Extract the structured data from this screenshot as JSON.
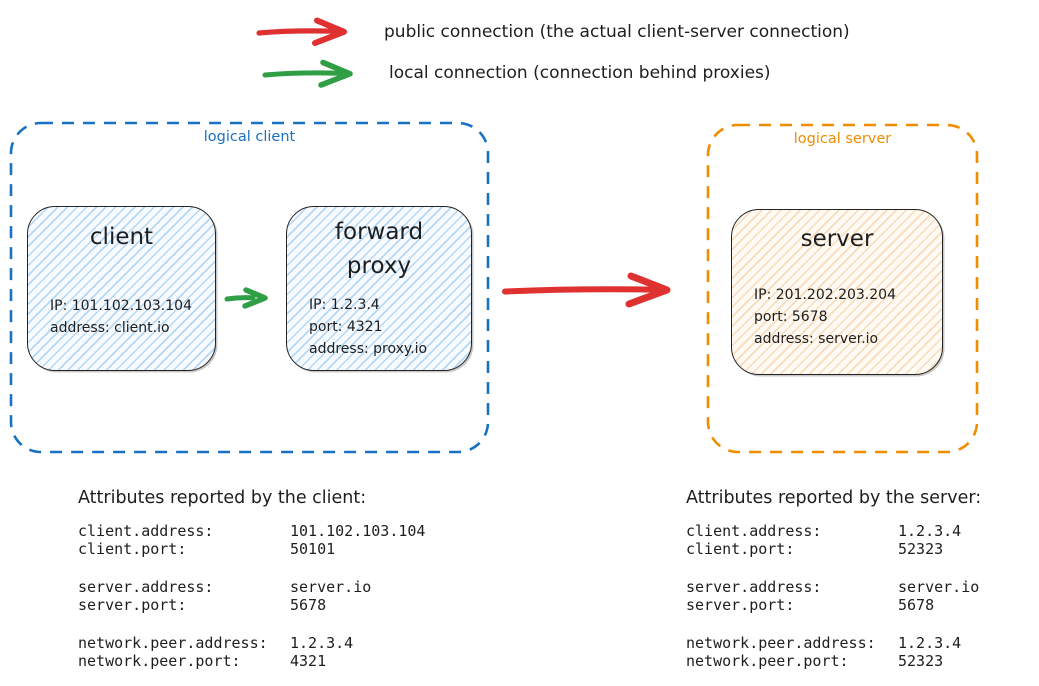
{
  "legend": {
    "public": {
      "label": "public connection (the actual client-server connection)",
      "color": "#e03131"
    },
    "local": {
      "label": "local connection (connection behind proxies)",
      "color": "#2f9e44"
    }
  },
  "logical_client": {
    "label": "logical client",
    "color": "#1971c2",
    "client_box": {
      "title": "client",
      "lines": [
        "IP: 101.102.103.104",
        "address: client.io"
      ]
    },
    "proxy_box": {
      "title_lines": [
        "forward",
        "proxy"
      ],
      "lines": [
        "IP: 1.2.3.4",
        "port: 4321",
        "address: proxy.io"
      ]
    }
  },
  "logical_server": {
    "label": "logical server",
    "color": "#f08c00",
    "server_box": {
      "title": "server",
      "lines": [
        "IP: 201.202.203.204",
        "port: 5678",
        "address: server.io"
      ]
    }
  },
  "client_attrs": {
    "title": "Attributes reported by the client:",
    "rows": [
      {
        "key": "client.address:",
        "value": "101.102.103.104"
      },
      {
        "key": "client.port:",
        "value": "50101"
      },
      {
        "key": "server.address:",
        "value": "server.io"
      },
      {
        "key": "server.port:",
        "value": "5678"
      },
      {
        "key": "network.peer.address:",
        "value": "1.2.3.4"
      },
      {
        "key": "network.peer.port:",
        "value": "4321"
      }
    ]
  },
  "server_attrs": {
    "title": "Attributes reported by the server:",
    "rows": [
      {
        "key": "client.address:",
        "value": "1.2.3.4"
      },
      {
        "key": "client.port:",
        "value": "52323"
      },
      {
        "key": "server.address:",
        "value": "server.io"
      },
      {
        "key": "server.port:",
        "value": "5678"
      },
      {
        "key": "network.peer.address:",
        "value": "1.2.3.4"
      },
      {
        "key": "network.peer.port:",
        "value": "52323"
      }
    ]
  }
}
